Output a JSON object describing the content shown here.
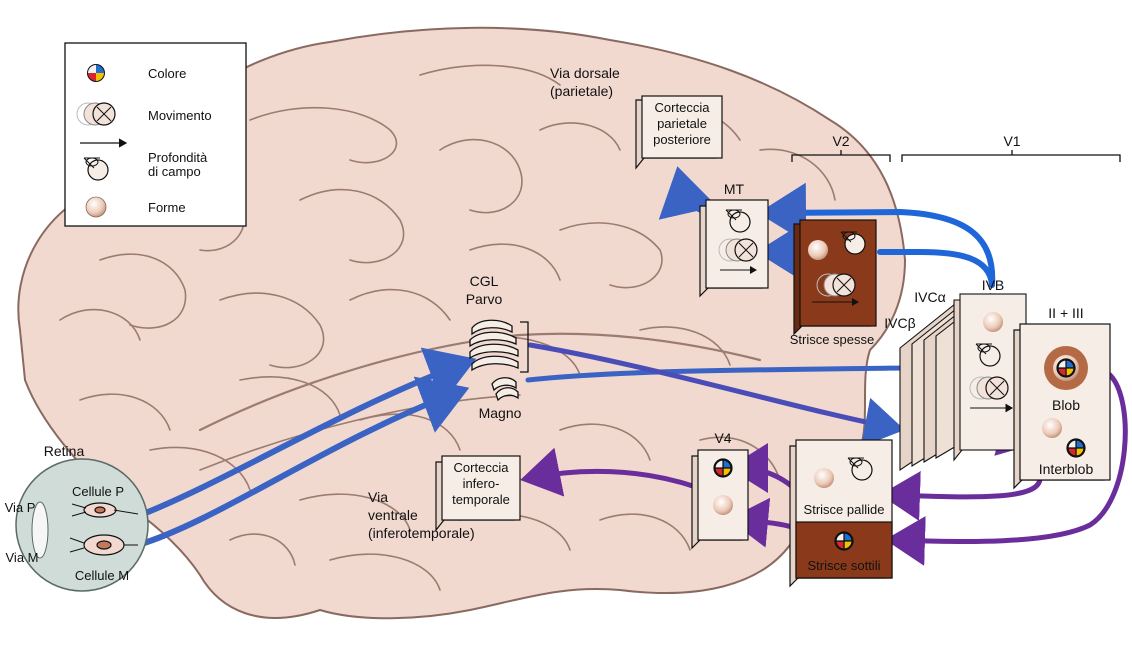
{
  "legend": {
    "colore": "Colore",
    "movimento": "Movimento",
    "profondita_1": "Profondità",
    "profondita_2": "di campo",
    "forme": "Forme"
  },
  "labels": {
    "via_dorsale_1": "Via dorsale",
    "via_dorsale_2": "(parietale)",
    "corteccia_par_1": "Corteccia",
    "corteccia_par_2": "parietale",
    "corteccia_par_3": "posteriore",
    "v2": "V2",
    "v1": "V1",
    "mt": "MT",
    "cgl": "CGL",
    "parvo": "Parvo",
    "magno": "Magno",
    "strisce_spesse": "Strisce spesse",
    "ivc_alpha": "IVCα",
    "ivb": "IVB",
    "ivc_beta": "IVCβ",
    "ii_iii": "II + III",
    "blob": "Blob",
    "interblob": "Interblob",
    "v4": "V4",
    "corteccia_inf_1": "Corteccia",
    "corteccia_inf_2": "infero-",
    "corteccia_inf_3": "temporale",
    "via_ventrale_1": "Via",
    "via_ventrale_2": "ventrale",
    "via_ventrale_3": "(inferotemporale)",
    "retina": "Retina",
    "cellule_p": "Cellule P",
    "cellule_m": "Cellule M",
    "via_p": "Via P",
    "via_m": "Via M",
    "strisce_pallide": "Strisce pallide",
    "strisce_sottili": "Strisce sottili"
  },
  "colors": {
    "brain_fill": "#f1d9cf",
    "brain_line": "#8a6a60",
    "magno_path": "#3a63c4",
    "parvo_path": "#6a2e9c",
    "thick_stripe": "#8a3a1a",
    "thin_stripe": "#8a3a1a",
    "box": "#f6eee6",
    "retina": "#cfdcd8"
  }
}
